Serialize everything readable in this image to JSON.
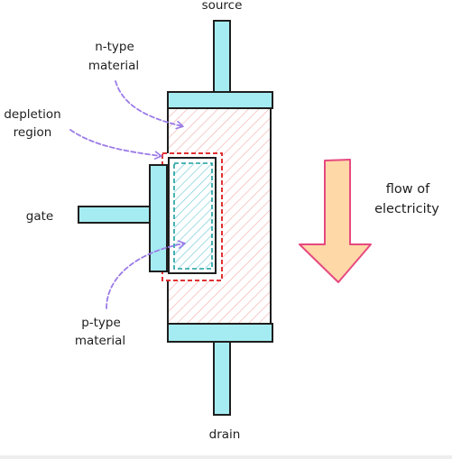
{
  "labels": {
    "source": "source",
    "drain": "drain",
    "gate": "gate",
    "n_type": [
      "n-type",
      "material"
    ],
    "p_type": [
      "p-type",
      "material"
    ],
    "depletion": [
      "depletion",
      "region"
    ],
    "flow": [
      "flow of",
      "electricity"
    ]
  },
  "colors": {
    "terminal_fill": "#a5ecf2",
    "outline": "#1e1e1e",
    "n_hatch": "#f4a8a8",
    "p_hatch": "#66c5d3",
    "depletion_dash": "#e03131",
    "p_dash": "#1a9e9e",
    "pointer_arrow": "#9b7be8",
    "flow_arrow_fill": "#ffd8a8",
    "flow_arrow_stroke": "#e64980"
  },
  "icons": {
    "flow_direction": "arrow-down-icon"
  }
}
